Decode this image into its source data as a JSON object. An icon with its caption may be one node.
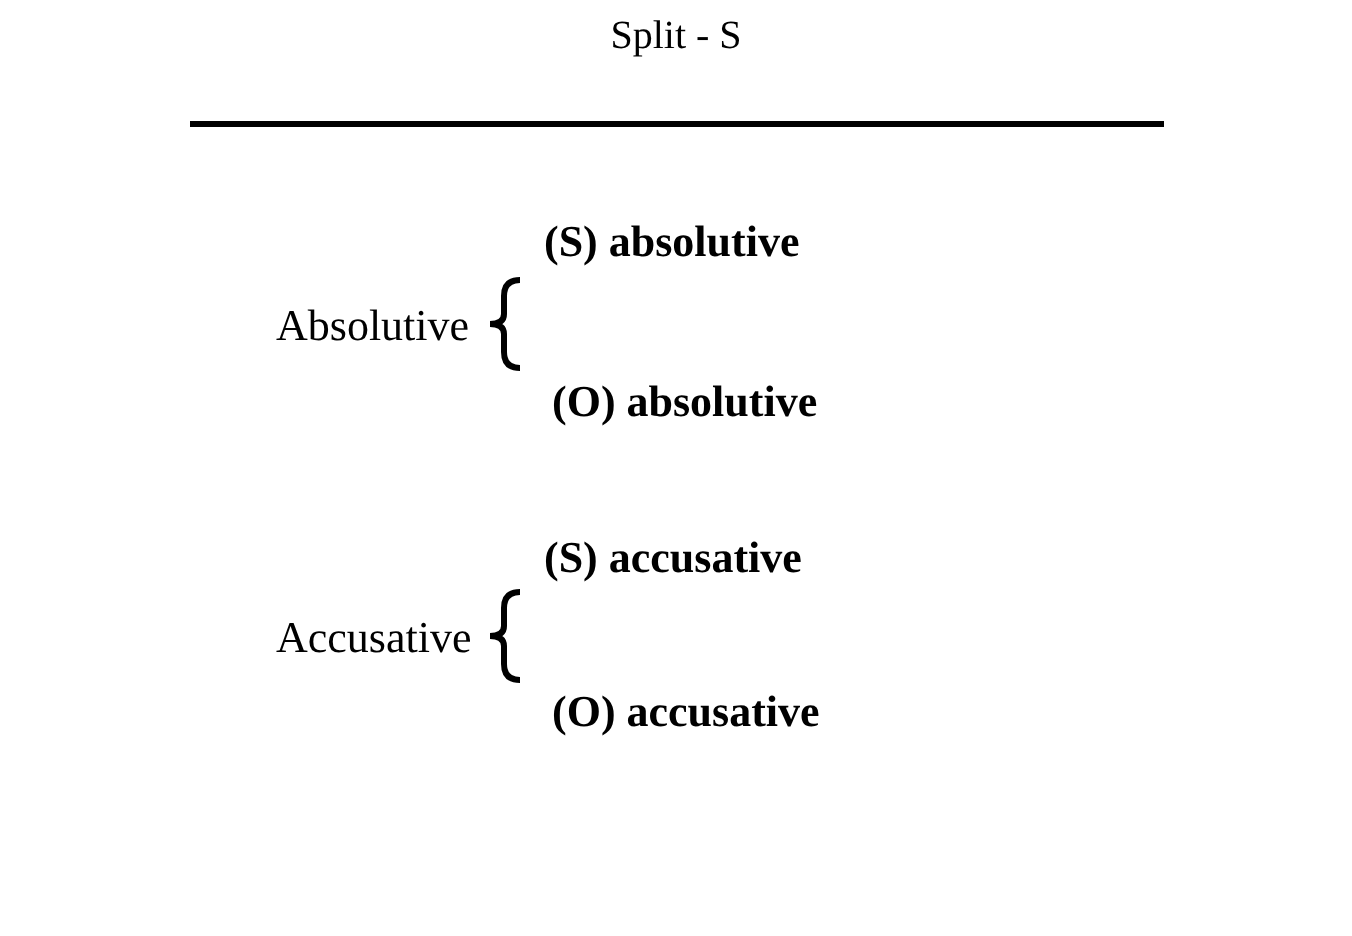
{
  "diagram": {
    "title": "Split - S",
    "labels": [
      "(S) absolutive",
      "Absolutive",
      "(O) absolutive",
      "(S) accusative",
      "Accusative",
      "(O) accusative"
    ]
  }
}
